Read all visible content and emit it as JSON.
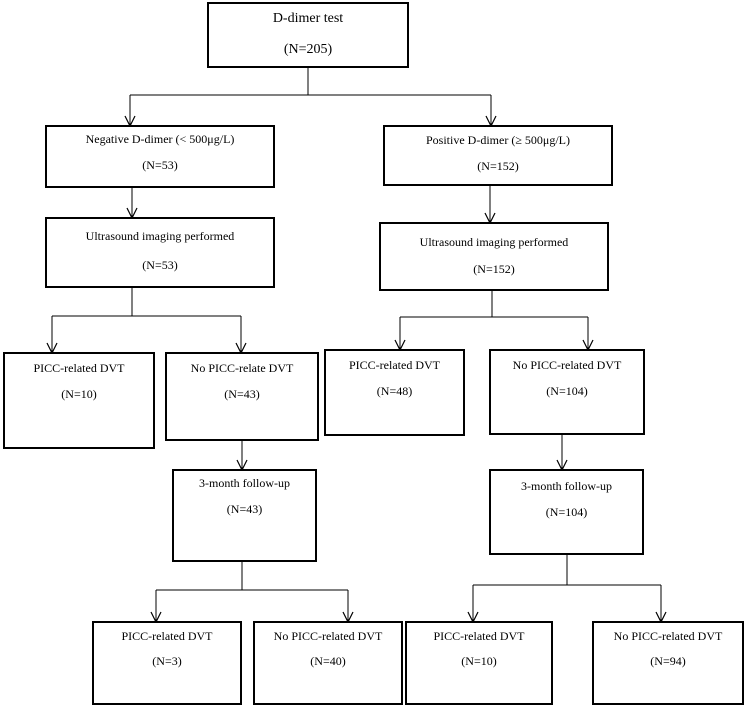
{
  "nodes": [
    {
      "id": "ddimer",
      "label": "D-dimer test",
      "count": "(N=205)"
    },
    {
      "id": "negative",
      "label": "Negative D-dimer (< 500μg/L)",
      "count": "(N=53)"
    },
    {
      "id": "positive",
      "label": "Positive D-dimer (≥ 500μg/L)",
      "count": "(N=152)"
    },
    {
      "id": "neg-ultrasound",
      "label": "Ultrasound imaging performed",
      "count": "(N=53)"
    },
    {
      "id": "pos-ultrasound",
      "label": "Ultrasound imaging performed",
      "count": "(N=152)"
    },
    {
      "id": "neg-dvt",
      "label": "PICC-related DVT",
      "count": "(N=10)"
    },
    {
      "id": "neg-nodvt",
      "label": "No PICC-relate DVT",
      "count": "(N=43)"
    },
    {
      "id": "pos-dvt",
      "label": "PICC-related DVT",
      "count": "(N=48)"
    },
    {
      "id": "pos-nodvt",
      "label": "No PICC-related DVT",
      "count": "(N=104)"
    },
    {
      "id": "neg-followup",
      "label": "3-month follow-up",
      "count": "(N=43)"
    },
    {
      "id": "pos-followup",
      "label": "3-month follow-up",
      "count": "(N=104)"
    },
    {
      "id": "neg-fu-dvt",
      "label": "PICC-related DVT",
      "count": "(N=3)"
    },
    {
      "id": "neg-fu-nodvt",
      "label": "No PICC-related DVT",
      "count": "(N=40)"
    },
    {
      "id": "pos-fu-dvt",
      "label": "PICC-related DVT",
      "count": "(N=10)"
    },
    {
      "id": "pos-fu-nodvt",
      "label": "No PICC-related DVT",
      "count": "(N=94)"
    }
  ],
  "edges": [
    {
      "from": "ddimer",
      "to": "negative"
    },
    {
      "from": "ddimer",
      "to": "positive"
    },
    {
      "from": "negative",
      "to": "neg-ultrasound"
    },
    {
      "from": "positive",
      "to": "pos-ultrasound"
    },
    {
      "from": "neg-ultrasound",
      "to": "neg-dvt"
    },
    {
      "from": "neg-ultrasound",
      "to": "neg-nodvt"
    },
    {
      "from": "pos-ultrasound",
      "to": "pos-dvt"
    },
    {
      "from": "pos-ultrasound",
      "to": "pos-nodvt"
    },
    {
      "from": "neg-nodvt",
      "to": "neg-followup"
    },
    {
      "from": "pos-nodvt",
      "to": "pos-followup"
    },
    {
      "from": "neg-followup",
      "to": "neg-fu-dvt"
    },
    {
      "from": "neg-followup",
      "to": "neg-fu-nodvt"
    },
    {
      "from": "pos-followup",
      "to": "pos-fu-dvt"
    },
    {
      "from": "pos-followup",
      "to": "pos-fu-nodvt"
    }
  ]
}
